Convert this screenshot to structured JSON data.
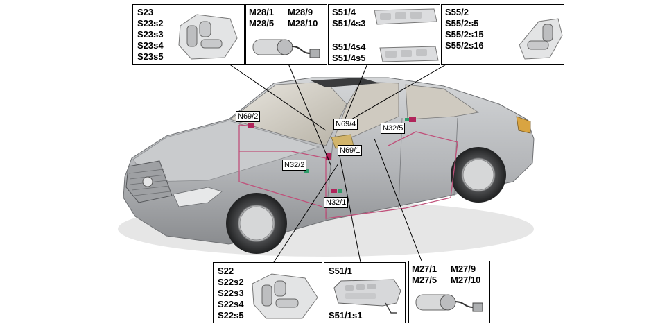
{
  "boxes": {
    "s23": [
      "S23",
      "S23s2",
      "S23s3",
      "S23s4",
      "S23s5"
    ],
    "m28": {
      "col1": [
        "M28/1",
        "M28/5"
      ],
      "col2": [
        "M28/9",
        "M28/10"
      ]
    },
    "s51_4": {
      "top": [
        "S51/4",
        "S51/4s3"
      ],
      "bottom": [
        "S51/4s4",
        "S51/4s5"
      ]
    },
    "s55": [
      "S55/2",
      "S55/2s5",
      "S55/2s15",
      "S55/2s16"
    ],
    "s22": [
      "S22",
      "S22s2",
      "S22s3",
      "S22s4",
      "S22s5"
    ],
    "s51_1": {
      "top": "S51/1",
      "bottom": "S51/1s1"
    },
    "m27": {
      "col1": [
        "M27/1",
        "M27/5"
      ],
      "col2": [
        "M27/9",
        "M27/10"
      ]
    }
  },
  "callouts": {
    "n69_2": "N69/2",
    "n69_4": "N69/4",
    "n32_5": "N32/5",
    "n69_1": "N69/1",
    "n32_2": "N32/2",
    "n32_1": "N32/1"
  },
  "colors": {
    "car_body": "#b9bbbd",
    "car_shadow": "#8e9093",
    "wiring": "#c0507a",
    "component_green": "#2f9c6a",
    "component_magenta": "#b0245a"
  }
}
